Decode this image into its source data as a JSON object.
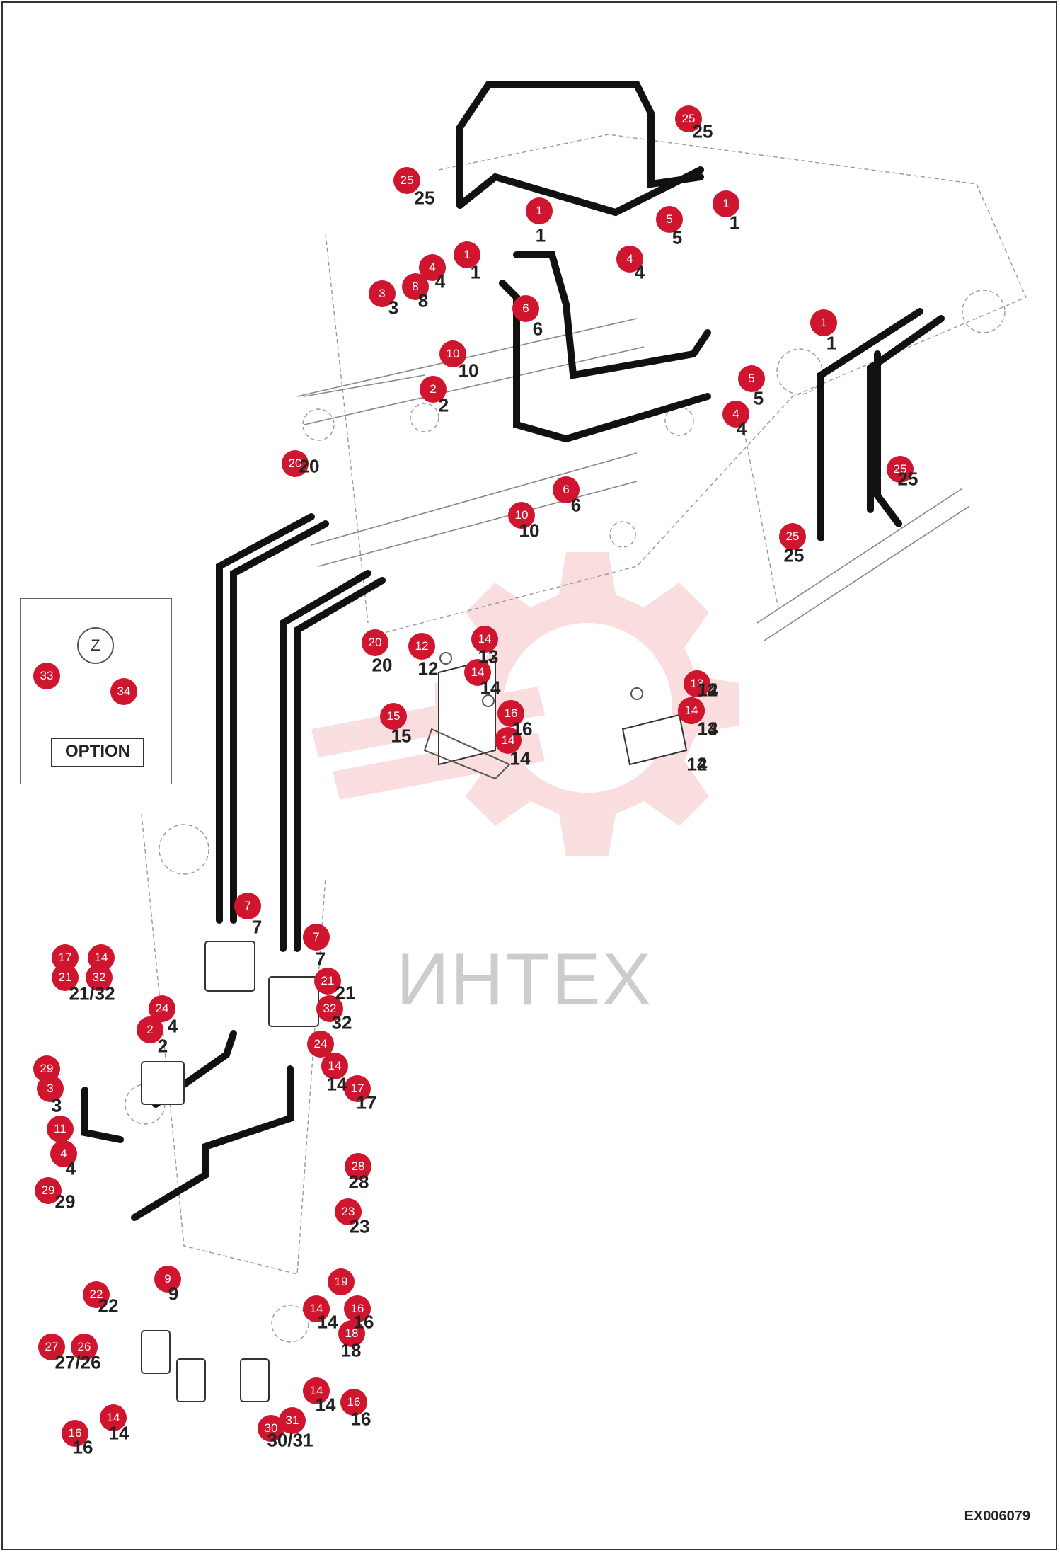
{
  "reference_code": "EX006079",
  "watermark": "ИНТЕХ",
  "option_box": {
    "zone_label": "Z",
    "option_label": "OPTION"
  },
  "callouts": [
    "25",
    "25",
    "1",
    "1",
    "1",
    "4",
    "5",
    "3",
    "8",
    "6",
    "4",
    "10",
    "2",
    "1",
    "5",
    "4",
    "6",
    "20",
    "10",
    "25",
    "25",
    "20",
    "12",
    "14",
    "14",
    "13",
    "16",
    "14",
    "15",
    "14",
    "13",
    "14",
    "33",
    "34",
    "7",
    "7",
    "17",
    "14",
    "21",
    "32",
    "21",
    "32",
    "24",
    "2",
    "24",
    "29",
    "14",
    "3",
    "17",
    "11",
    "4",
    "28",
    "29",
    "23",
    "9",
    "22",
    "19",
    "14",
    "16",
    "18",
    "27",
    "26",
    "14",
    "16",
    "14",
    "30",
    "31",
    "16"
  ],
  "numbers": [
    "25",
    "25",
    "1",
    "1",
    "1",
    "4",
    "5",
    "3",
    "8",
    "6",
    "1",
    "4",
    "10",
    "2",
    "5",
    "4",
    "6",
    "10",
    "20",
    "25",
    "25",
    "20",
    "12",
    "12",
    "13",
    "14",
    "14",
    "16",
    "14",
    "15",
    "14",
    "13",
    "14",
    "12",
    "3",
    "4",
    "7",
    "7",
    "21/32",
    "21",
    "32",
    "2",
    "4",
    "14",
    "17",
    "3",
    "4",
    "28",
    "29",
    "23",
    "22",
    "9",
    "14",
    "16",
    "18",
    "27/26",
    "14",
    "16",
    "30/31",
    "16",
    "14"
  ]
}
